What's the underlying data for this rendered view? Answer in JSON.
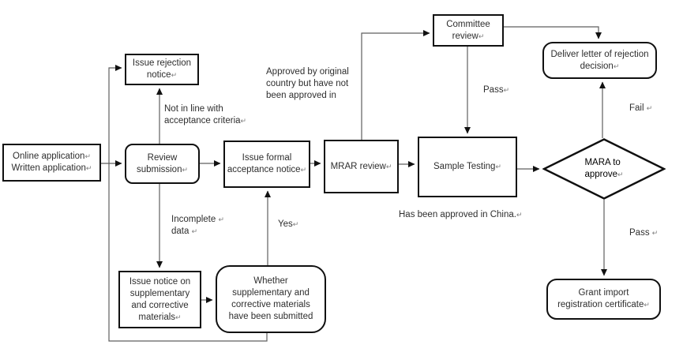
{
  "colors": {
    "background": "#ffffff",
    "border": "#101010",
    "connector": "#5f5f5f",
    "arrowhead": "#111111",
    "text": "#2e2e2e",
    "return_mark": "#7d7d7d"
  },
  "nodes": {
    "online_app": {
      "shape": "rect",
      "lines": [
        "Online application↵",
        "Written application↵"
      ]
    },
    "review_submission": {
      "shape": "rounded",
      "lines": [
        "Review",
        "submission↵"
      ]
    },
    "issue_rejection": {
      "shape": "rect",
      "lines": [
        "Issue rejection",
        "notice↵"
      ]
    },
    "issue_formal": {
      "shape": "rect",
      "lines": [
        "Issue formal",
        "acceptance notice↵"
      ]
    },
    "mrar_review": {
      "shape": "rect",
      "lines": [
        "MRAR review↵"
      ]
    },
    "committee_review": {
      "shape": "rect",
      "lines": [
        "Committee",
        "review↵"
      ]
    },
    "sample_testing": {
      "shape": "rect",
      "lines": [
        "Sample Testing↵"
      ]
    },
    "mara_approve": {
      "shape": "diamond",
      "lines": [
        "MARA to",
        "approve↵"
      ]
    },
    "deliver_letter": {
      "shape": "rounded",
      "lines": [
        "Deliver letter of rejection",
        "decision↵"
      ]
    },
    "grant_import": {
      "shape": "rounded",
      "lines": [
        "Grant import",
        "registration certificate↵"
      ]
    },
    "issue_notice": {
      "shape": "rect",
      "lines": [
        "Issue notice on",
        "supplementary",
        "and corrective",
        "materials↵"
      ]
    },
    "whether_submitted": {
      "shape": "rounded",
      "lines": [
        "Whether",
        "supplementary and",
        "corrective materials",
        "have been submitted"
      ]
    }
  },
  "labels": {
    "not_in_line": {
      "lines": [
        "Not in line with",
        "acceptance criteria↵"
      ]
    },
    "approved_by": {
      "lines": [
        "Approved by original",
        "country but have not",
        "been approved in"
      ]
    },
    "pass_top": {
      "lines": [
        "Pass↵"
      ]
    },
    "fail": {
      "lines": [
        "Fail ↵"
      ]
    },
    "approved_china": {
      "lines": [
        "Has been approved in China.↵"
      ]
    },
    "incomplete": {
      "lines": [
        "Incomplete ↵",
        "data ↵"
      ]
    },
    "yes": {
      "lines": [
        "Yes↵"
      ]
    },
    "pass_bottom": {
      "lines": [
        "Pass ↵"
      ]
    }
  }
}
